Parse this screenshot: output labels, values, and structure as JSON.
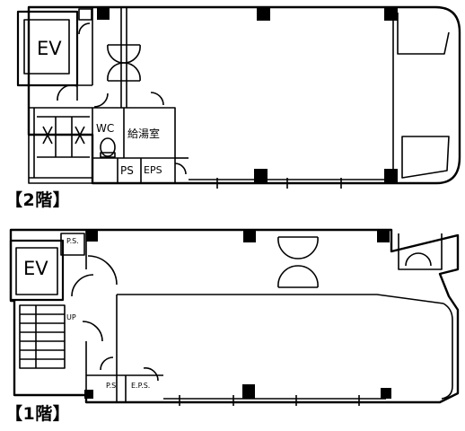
{
  "floors": [
    {
      "label": "【2階】",
      "rooms": {
        "ev": "EV",
        "wc": "WC",
        "kitchen": "給湯室",
        "ps": "PS",
        "eps": "EPS"
      }
    },
    {
      "label": "【1階】",
      "rooms": {
        "ev": "EV",
        "ps_top": "P.S.",
        "up": "UP",
        "ps": "P.S",
        "eps": "E.P.S."
      }
    }
  ]
}
